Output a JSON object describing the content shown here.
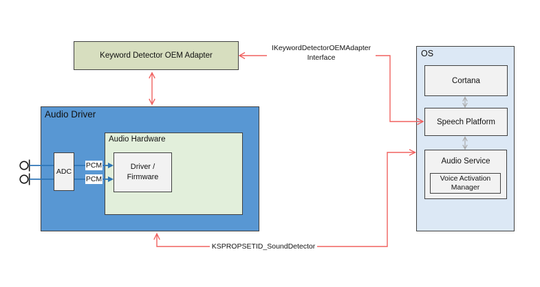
{
  "colors": {
    "red_connector": "#F0605E",
    "blue_pcm": "#2E75B6",
    "gray_connector": "#A8A8A8",
    "box_border": "#3F3F3F",
    "audio_driver_fill": "#5897D3",
    "oem_adapter_fill": "#D7DEBF",
    "audio_hardware_fill": "#E2EFDB",
    "os_fill": "#DCE8F5",
    "inner_box_fill": "#F2F2F2",
    "canvas_bg": "#FFFFFF"
  },
  "diagram": {
    "oem_adapter": {
      "label": "Keyword Detector OEM Adapter"
    },
    "audio_driver": {
      "label": "Audio Driver",
      "adc": {
        "label": "ADC"
      },
      "pcm_top": {
        "label": "PCM"
      },
      "pcm_bottom": {
        "label": "PCM"
      },
      "audio_hardware": {
        "label": "Audio Hardware",
        "driver_firmware": {
          "line1": "Driver /",
          "line2": "Firmware"
        }
      }
    },
    "os": {
      "label": "OS",
      "cortana": {
        "label": "Cortana"
      },
      "speech_platform": {
        "label": "Speech Platform"
      },
      "audio_service": {
        "label": "Audio Service",
        "voice_activation_manager": {
          "line1": "Voice Activation",
          "line2": "Manager"
        }
      }
    },
    "connectors": {
      "oem_interface": {
        "line1": "IKeywordDetectorOEMAdapter",
        "line2": "Interface"
      },
      "sound_detector": {
        "label": "KSPROPSETID_SoundDetector"
      }
    },
    "icons": {
      "microphone_top": "microphone-icon",
      "microphone_bottom": "microphone-icon"
    }
  }
}
